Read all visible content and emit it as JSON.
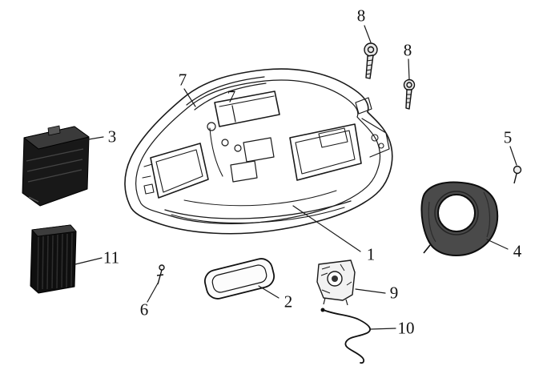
{
  "diagram": {
    "type": "exploded-parts-diagram",
    "background_color": "#ffffff",
    "line_color": "#1a1a1a",
    "labels": [
      {
        "text": "8",
        "part": "screw-upper"
      },
      {
        "text": "8",
        "part": "screw-lower"
      },
      {
        "text": "5",
        "part": "small-screw"
      },
      {
        "text": "7",
        "part": "rim-trim-left"
      },
      {
        "text": "7",
        "part": "rim-trim-right"
      },
      {
        "text": "3",
        "part": "black-box"
      },
      {
        "text": "1",
        "part": "storage-box"
      },
      {
        "text": "4",
        "part": "round-cover"
      },
      {
        "text": "11",
        "part": "ribbed-box"
      },
      {
        "text": "6",
        "part": "small-bolt"
      },
      {
        "text": "2",
        "part": "gasket"
      },
      {
        "text": "9",
        "part": "lock-assembly"
      },
      {
        "text": "10",
        "part": "cable"
      }
    ]
  }
}
